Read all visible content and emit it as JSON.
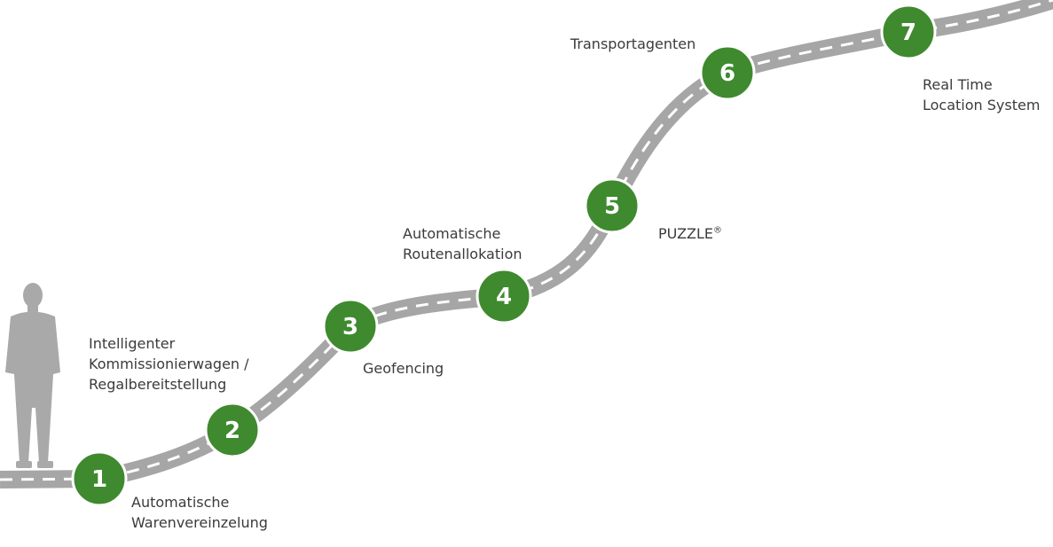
{
  "colors": {
    "road": "#a6a6a6",
    "road_dashes": "#ffffff",
    "marker_fill": "#3f8a2f",
    "marker_ring": "#ffffff",
    "person": "#a9a9a9",
    "label_text": "#3b3b3b"
  },
  "steps": [
    {
      "number": "1",
      "label": "Automatische\nWarenvereinzelung"
    },
    {
      "number": "2",
      "label": "Intelligenter\nKommissionierwagen /\nRegalbereitstellung"
    },
    {
      "number": "3",
      "label": "Geofencing"
    },
    {
      "number": "4",
      "label": "Automatische\nRoutenallokation"
    },
    {
      "number": "5",
      "label": "PUZZLE",
      "label_mark": "®"
    },
    {
      "number": "6",
      "label": "Transportagenten"
    },
    {
      "number": "7",
      "label": "Real Time\nLocation System"
    }
  ]
}
